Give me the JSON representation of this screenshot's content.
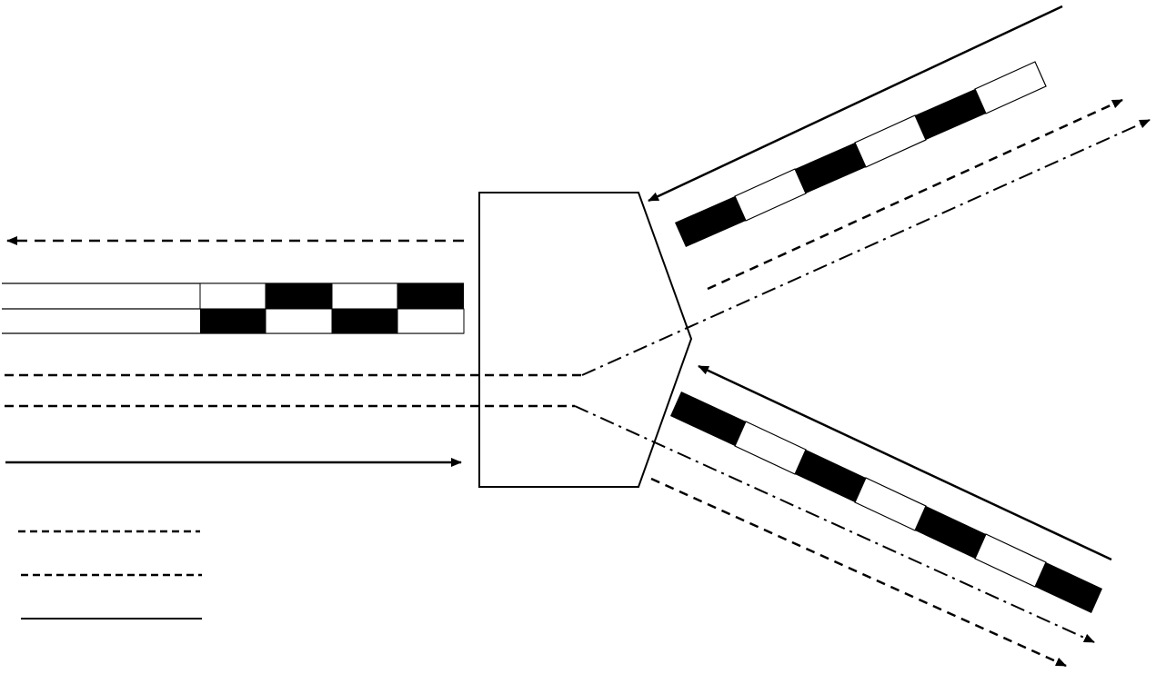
{
  "diagram": {
    "stroke_color": "#000000",
    "fill_dark": "#000000",
    "fill_light": "#ffffff",
    "background": "#ffffff",
    "line_styles": [
      "dashed",
      "dash-dot",
      "solid"
    ],
    "arrowheads": "solid-triangle",
    "left_branch": {
      "checkered_band_rows": 2,
      "checkered_band_blocks_per_row": 4
    },
    "upper_right_branch": {
      "checkered_band_blocks": 6
    },
    "lower_right_branch": {
      "checkered_band_blocks": 7
    },
    "legend": {
      "entries": [
        "dashed",
        "dashed",
        "solid"
      ]
    }
  }
}
